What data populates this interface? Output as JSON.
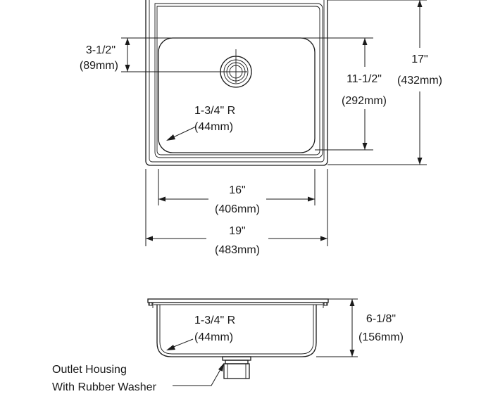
{
  "top_view": {
    "drain_offset": {
      "imperial": "3-1/2\"",
      "metric": "(89mm)"
    },
    "bowl_length": {
      "imperial": "11-1/2\"",
      "metric": "(292mm)"
    },
    "overall_length": {
      "imperial": "17\"",
      "metric": "(432mm)"
    },
    "corner_radius": {
      "imperial": "1-3/4\" R",
      "metric": "(44mm)"
    },
    "bowl_width": {
      "imperial": "16\"",
      "metric": "(406mm)"
    },
    "overall_width": {
      "imperial": "19\"",
      "metric": "(483mm)"
    }
  },
  "side_view": {
    "corner_radius": {
      "imperial": "1-3/4\" R",
      "metric": "(44mm)"
    },
    "depth": {
      "imperial": "6-1/8\"",
      "metric": "(156mm)"
    },
    "outlet_label": {
      "line1": "Outlet Housing",
      "line2": "With Rubber Washer"
    }
  }
}
